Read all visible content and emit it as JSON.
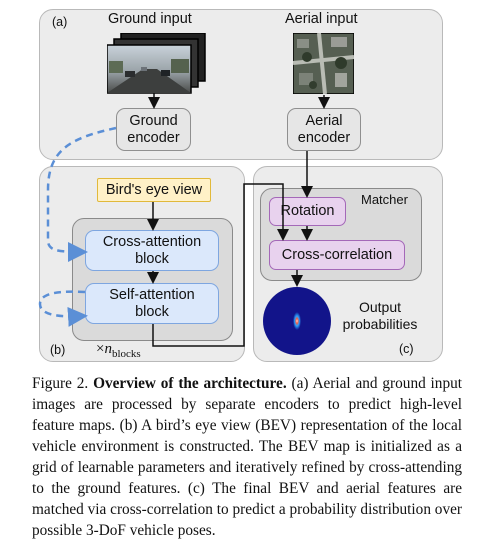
{
  "panels": {
    "a": "(a)",
    "b": "(b)",
    "c": "(c)"
  },
  "inputs": {
    "ground": "Ground input",
    "aerial": "Aerial input"
  },
  "encoders": {
    "ground": "Ground\nencoder",
    "aerial": "Aerial\nencoder"
  },
  "bev": "Bird's eye view",
  "blocks": {
    "cross_attention": "Cross-attention\nblock",
    "self_attention": "Self-attention\nblock",
    "repeat_times": "×",
    "repeat_var": "n",
    "repeat_sub": "blocks"
  },
  "matcher": {
    "title": "Matcher",
    "rotation": "Rotation",
    "cross_correlation": "Cross-correlation",
    "output": "Output\nprobabilities"
  },
  "caption": {
    "prefix": "Figure 2. ",
    "title": "Overview of the architecture.",
    "body": " (a) Aerial and ground input images are processed by separate encoders to predict high-level feature maps. (b) A bird’s eye view (BEV) representation of the local vehicle environment is constructed. The BEV map is initialized as a grid of learnable parameters and iteratively refined by cross-attending to the ground features. (c) The final BEV and aerial features are matched via cross-correlation to predict a probability distribution over possible 3-DoF vehicle poses."
  },
  "colors": {
    "arrow_dashed": "#5b8fd6",
    "blue_block": "#dbe8fb",
    "purple_block": "#e8d2ee",
    "bev_box": "#fff1c7"
  }
}
